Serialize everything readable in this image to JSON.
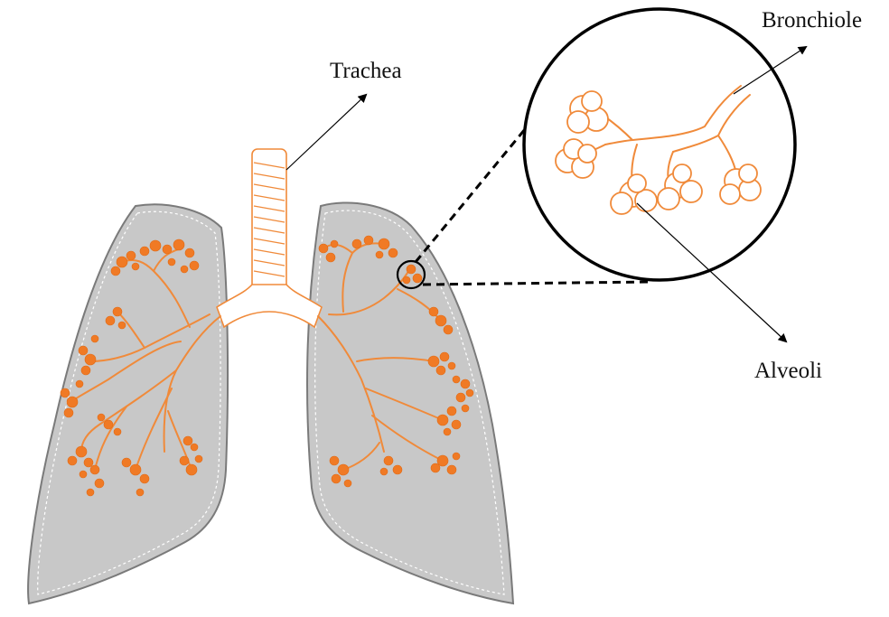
{
  "labels": {
    "trachea": "Trachea",
    "bronchiole": "Bronchiole",
    "alveoli": "Alveoli"
  },
  "colors": {
    "lung_fill": "#c8c8c8",
    "airway": "#f08a3a",
    "alveoli": "#f07a25",
    "annotation": "#000000"
  }
}
